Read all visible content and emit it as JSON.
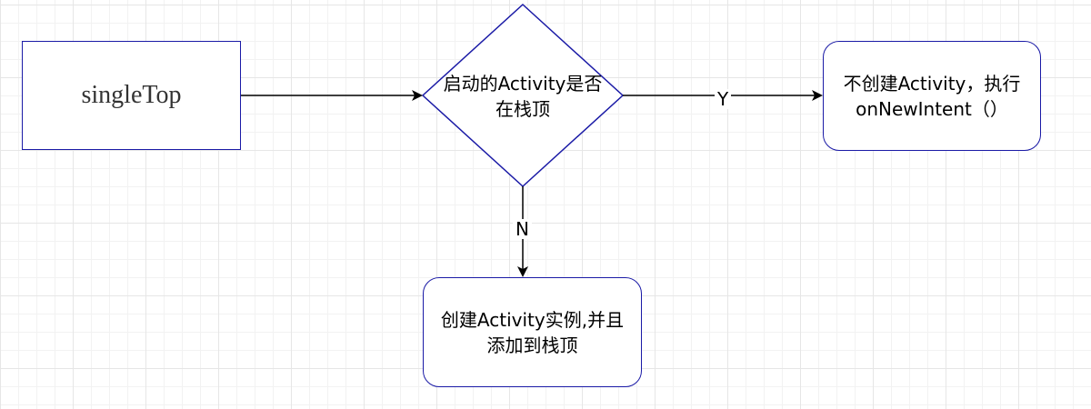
{
  "diagram": {
    "start_node": {
      "text": "singleTop"
    },
    "decision_node": {
      "text": "启动的Activity是否\n在栈顶"
    },
    "yes_node": {
      "text": "不创建Activity，执行\nonNewIntent（）"
    },
    "no_node": {
      "text": "创建Activity实例,并且\n添加到栈顶"
    },
    "edges": {
      "yes_label": "Y",
      "no_label": "N"
    },
    "colors": {
      "node_border": "#1a1aa6",
      "edge": "#000000"
    }
  }
}
